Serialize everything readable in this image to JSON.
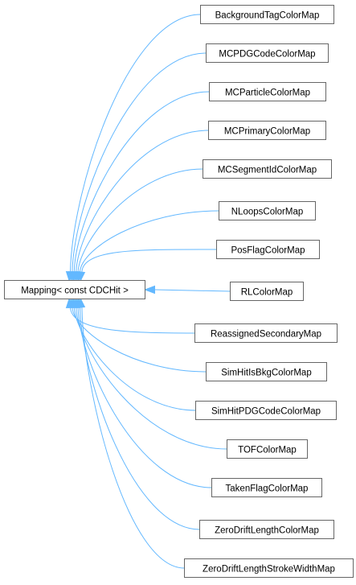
{
  "base": {
    "label": "Mapping< const CDCHit >"
  },
  "derived": [
    {
      "label": "BackgroundTagColorMap"
    },
    {
      "label": "MCPDGCodeColorMap"
    },
    {
      "label": "MCParticleColorMap"
    },
    {
      "label": "MCPrimaryColorMap"
    },
    {
      "label": "MCSegmentIdColorMap"
    },
    {
      "label": "NLoopsColorMap"
    },
    {
      "label": "PosFlagColorMap"
    },
    {
      "label": "RLColorMap"
    },
    {
      "label": "ReassignedSecondaryMap"
    },
    {
      "label": "SimHitIsBkgColorMap"
    },
    {
      "label": "SimHitPDGCodeColorMap"
    },
    {
      "label": "TOFColorMap"
    },
    {
      "label": "TakenFlagColorMap"
    },
    {
      "label": "ZeroDriftLengthColorMap"
    },
    {
      "label": "ZeroDriftLengthStrokeWidthMap"
    }
  ],
  "colors": {
    "edge": "#63b8ff",
    "node_border": "#666666",
    "node_fill": "#ffffff"
  }
}
